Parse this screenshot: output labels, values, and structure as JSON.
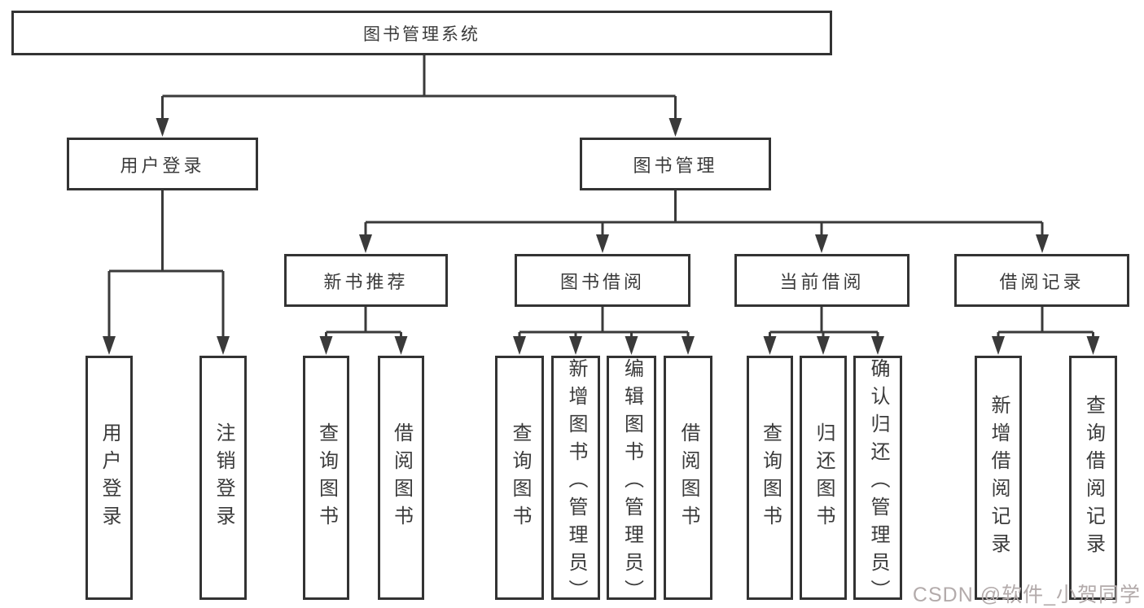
{
  "tree": {
    "label": "图书管理系统",
    "children": [
      {
        "label": "用户登录",
        "children": [
          {
            "label": "用户登录"
          },
          {
            "label": "注销登录"
          }
        ]
      },
      {
        "label": "图书管理",
        "children": [
          {
            "label": "新书推荐",
            "children": [
              {
                "label": "查询图书"
              },
              {
                "label": "借阅图书"
              }
            ]
          },
          {
            "label": "图书借阅",
            "children": [
              {
                "label": "查询图书"
              },
              {
                "label": "新增图书（管理员）"
              },
              {
                "label": "编辑图书（管理员）"
              },
              {
                "label": "借阅图书"
              }
            ]
          },
          {
            "label": "当前借阅",
            "children": [
              {
                "label": "查询图书"
              },
              {
                "label": "归还图书"
              },
              {
                "label": "确认归还（管理员）"
              }
            ]
          },
          {
            "label": "借阅记录",
            "children": [
              {
                "label": "新增借阅记录"
              },
              {
                "label": "查询借阅记录"
              }
            ]
          }
        ]
      }
    ]
  },
  "watermark": {
    "text": "CSDN @软件_小贺同学",
    "color": "#b3abab"
  },
  "colors": {
    "line": "#3a3a3a",
    "border": "#333333",
    "text": "#3b3b3b",
    "background": "#ffffff"
  }
}
